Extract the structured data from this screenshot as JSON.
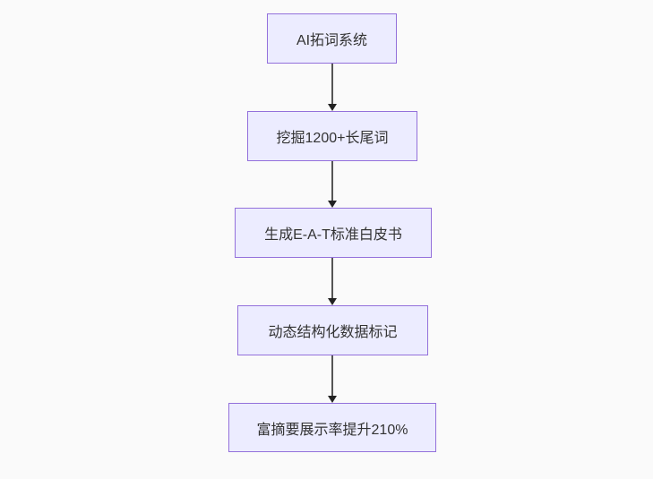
{
  "diagram": {
    "type": "flowchart",
    "direction": "top-down",
    "nodes": [
      {
        "id": "step-1",
        "label": "AI拓词系统"
      },
      {
        "id": "step-2",
        "label": "挖掘1200+长尾词"
      },
      {
        "id": "step-3",
        "label": "生成E-A-T标准白皮书"
      },
      {
        "id": "step-4",
        "label": "动态结构化数据标记"
      },
      {
        "id": "step-5",
        "label": "富摘要展示率提升210%"
      }
    ],
    "edges": [
      {
        "from": "step-1",
        "to": "step-2",
        "label": ""
      },
      {
        "from": "step-2",
        "to": "step-3",
        "label": ""
      },
      {
        "from": "step-3",
        "to": "step-4",
        "label": ""
      },
      {
        "from": "step-4",
        "to": "step-5",
        "label": ""
      }
    ],
    "colors": {
      "node_fill": "#ECECFF",
      "node_border": "#9370DB",
      "node_text": "#333333",
      "edge_line": "#555555",
      "arrowhead": "#222222",
      "background": "#fafafa"
    }
  }
}
